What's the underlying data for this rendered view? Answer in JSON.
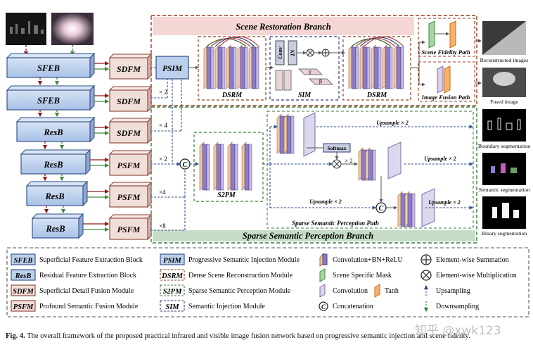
{
  "colors": {
    "encoder_fill": "#bcd0ec",
    "encoder_stroke": "#2b4a86",
    "fusion_fill": "#f1ddd9",
    "fusion_stroke": "#8b3d33",
    "restoration_border": "#9a3b1e",
    "restoration_band": "#f4d7d4",
    "semantic_border": "#3b7a3b",
    "semantic_band": "#c6dcc6",
    "sim_border": "#2f3f7a",
    "arrow_red": "#8e1b1b",
    "arrow_green": "#3d8a3d",
    "dashed_blue": "#30508f",
    "conv_purple": "#7b6db0",
    "conv_orange": "#e98e3a"
  },
  "diagram": {
    "branches": {
      "restoration": "Scene Restoration Branch",
      "semantic": "Sparse Semantic Perception Branch"
    },
    "encoder_blocks": [
      "SFEB",
      "SFEB",
      "ResB",
      "ResB",
      "ResB",
      "ResB"
    ],
    "fusion_modules": [
      "SDFM",
      "SDFM",
      "SDFM",
      "PSFM",
      "PSFM",
      "PSFM"
    ],
    "psim_label": "PSIM",
    "dsrm_label": "DSRM",
    "sim_label": "SIM",
    "conv_label": "Conv",
    "in_label": "IN",
    "gamma_label": "γ",
    "beta_label": "β",
    "s2pm_label": "S2PM",
    "softmax_label": "Softmax",
    "concat_label": "C",
    "scale_labels": [
      "× 2",
      "× 4",
      "× 2",
      "×4",
      "×8"
    ],
    "x2_label": "× 2",
    "paths": {
      "scene_fidelity": "Scene Fidelity Path",
      "image_fusion": "Image Fusion Path",
      "sparse_semantic": "Sparse Semantic Perception Path"
    },
    "upsample_labels": [
      "Upsample × 2",
      "Upsample × 2",
      "Upsample × 2",
      "Upsample × 2"
    ],
    "outputs": [
      "Reconstructed images",
      "Fused image",
      "Boundary segmentation",
      "Semantic segmentation",
      "Binary segmentation"
    ]
  },
  "legend": {
    "col1": [
      {
        "abbr": "SFEB",
        "text": "Superficial Feature Extraction Block"
      },
      {
        "abbr": "ResB",
        "text": "Residual Feature Extraction Block"
      },
      {
        "abbr": "SDFM",
        "text": "Superficial Detail Fusion Module"
      },
      {
        "abbr": "PSFM",
        "text": "Profound Semantic Fusion Module"
      }
    ],
    "col2": [
      {
        "abbr": "PSIM",
        "text": "Progressive Semantic Injection Module"
      },
      {
        "abbr": "DSRM",
        "text": "Dense Scene Reconstruction Module"
      },
      {
        "abbr": "S2PM",
        "text": "Sparse Semantic Perception Module"
      },
      {
        "abbr": "SIM",
        "text": "Semantic Injection Module"
      }
    ],
    "col3": [
      {
        "text": "Convolution+BN+ReLU"
      },
      {
        "text": "Scene Specific Mask"
      },
      {
        "text": "Convolution"
      },
      {
        "text": "Concatenation",
        "symbol": "C"
      }
    ],
    "col3_extra": "Tanh",
    "col4": [
      {
        "text": "Element-wise Summation"
      },
      {
        "text": "Element-wise Multiplication"
      },
      {
        "text": "Upsampling"
      },
      {
        "text": "Downsampling"
      }
    ]
  },
  "caption": {
    "label": "Fig. 4.",
    "text": "The overall framework of the proposed practical infrared and visible image fusion network based on progressive semantic injection and scene fidelity."
  },
  "watermark": "知乎 @xwk123"
}
